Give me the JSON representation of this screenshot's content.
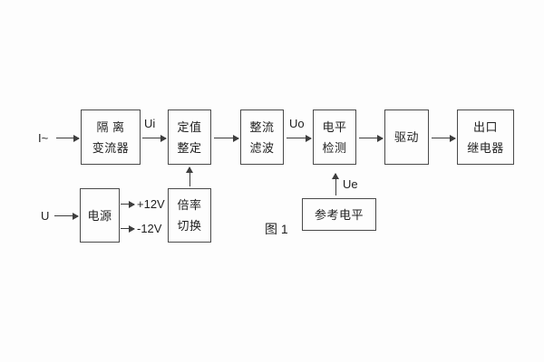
{
  "diagram": {
    "caption": "图 1",
    "inputs": {
      "current_input": "I~",
      "voltage_input": "U"
    },
    "signals": {
      "ui": "Ui",
      "uo": "Uo",
      "ue": "Ue",
      "plus12": "+12V",
      "minus12": "-12V"
    },
    "blocks": {
      "iso_transformer": {
        "line1": "隔  离",
        "line2": "变流器"
      },
      "setpoint": {
        "line1": "定值",
        "line2": "整定"
      },
      "rectifier_filter": {
        "line1": "整流",
        "line2": "滤波"
      },
      "level_detect": {
        "line1": "电平",
        "line2": "检测"
      },
      "drive": {
        "label": "驱动"
      },
      "output_relay": {
        "line1": "出口",
        "line2": "继电器"
      },
      "power_supply": {
        "label": "电源"
      },
      "ratio_switch": {
        "line1": "倍率",
        "line2": "切换"
      },
      "reference_level": {
        "label": "参考电平"
      }
    },
    "colors": {
      "line": "#3d3d3d",
      "text": "#1f1f1f",
      "background": "#fdfdfd"
    }
  }
}
